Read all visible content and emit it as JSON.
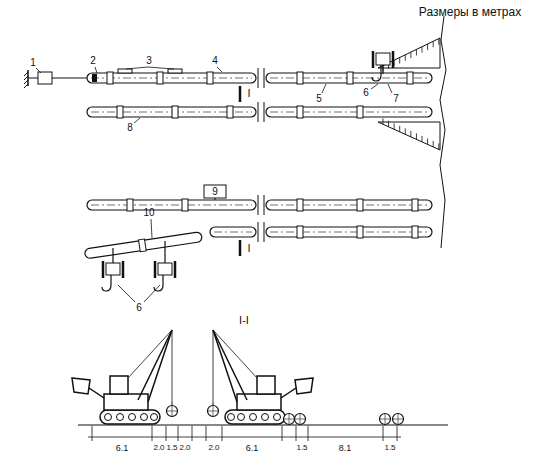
{
  "diagram": {
    "labels": [
      "Размеры в метрах",
      "I",
      "1",
      "2",
      "3",
      "4",
      "5",
      "6",
      "7",
      "8",
      "9",
      "10",
      "6",
      "I",
      "I-I",
      "6.1",
      "2.0",
      "1.5",
      "2.0",
      "2.0",
      "6.1",
      "1.5",
      "8.1",
      "1.5"
    ]
  }
}
